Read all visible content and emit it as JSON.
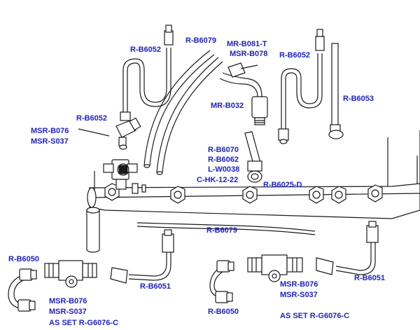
{
  "labels": {
    "r_b6052_a": "R-B6052",
    "r_b6079_top": "R-B6079",
    "mr_b081_t": "MR-B081-T",
    "msr_b078": "MSR-B078",
    "r_b6052_b": "R-B6052",
    "r_b6053": "R-B6053",
    "mr_b032": "MR-B032",
    "r_b6052_c": "R-B6052",
    "msr_b076_a": "MSR-B076",
    "msr_s037_a": "MSR-S037",
    "r_b6070": "R-B6070",
    "r_b6062": "R-B6062",
    "l_w0038": "L-W0038",
    "c_hk_12_22": "C-HK-12-22",
    "r_b6025_d": "R-B6025-D",
    "r_b6079_mid": "R-B6079",
    "r_b6050_left": "R-B6050",
    "r_b6051_left": "R-B6051",
    "msr_b076_b": "MSR-B076",
    "msr_s037_b": "MSR-S037",
    "as_set_left": "AS SET  R-G6076-C",
    "r_b6050_center": "R-B6050",
    "msr_b076_c": "MSR-B076",
    "msr_s037_c": "MSR-S037",
    "r_b6051_right": "R-B6051",
    "as_set_right": "AS SET  R-G6076-C"
  },
  "colors": {
    "label": "#1f22c8",
    "outline": "#1a1a1a",
    "fill": "#ffffff"
  }
}
